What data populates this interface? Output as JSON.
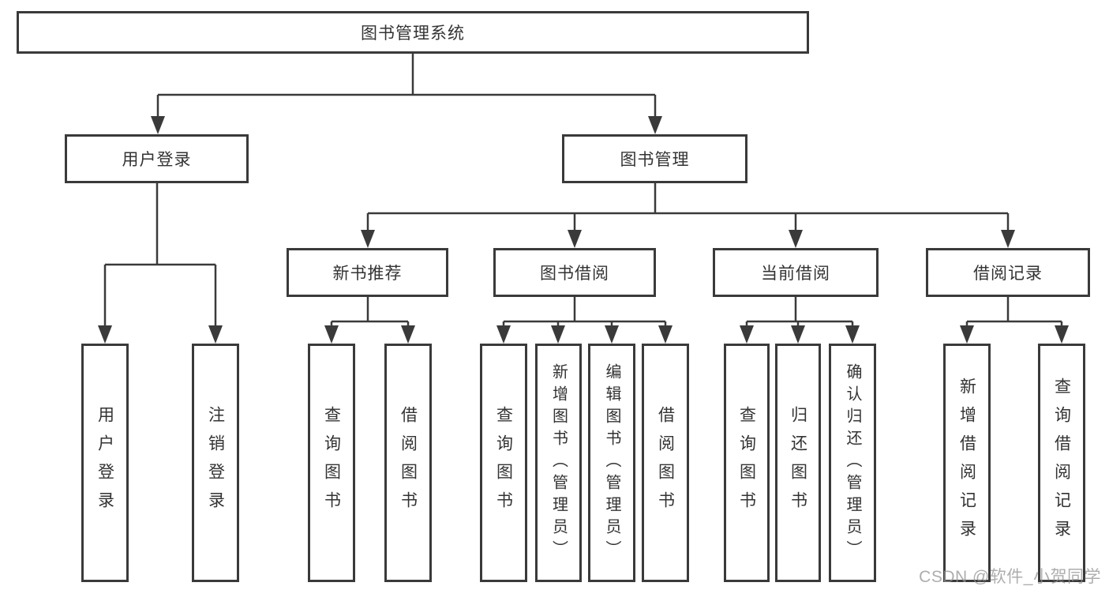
{
  "colors": {
    "line": "#3a3a3a",
    "border": "#3a3a3a",
    "text": "#333333",
    "background": "#ffffff",
    "watermark": "#919191"
  },
  "watermark": {
    "text": "CSDN @软件_小贺同学"
  },
  "tree": {
    "label": "图书管理系统",
    "children": [
      {
        "label": "用户登录",
        "children": [
          {
            "label": "用户登录"
          },
          {
            "label": "注销登录"
          }
        ]
      },
      {
        "label": "图书管理",
        "children": [
          {
            "label": "新书推荐",
            "children": [
              {
                "label": "查询图书"
              },
              {
                "label": "借阅图书"
              }
            ]
          },
          {
            "label": "图书借阅",
            "children": [
              {
                "label": "查询图书"
              },
              {
                "label": "新增图书（管理员）"
              },
              {
                "label": "编辑图书（管理员）"
              },
              {
                "label": "借阅图书"
              }
            ]
          },
          {
            "label": "当前借阅",
            "children": [
              {
                "label": "查询图书"
              },
              {
                "label": "归还图书"
              },
              {
                "label": "确认归还（管理员）"
              }
            ]
          },
          {
            "label": "借阅记录",
            "children": [
              {
                "label": "新增借阅记录"
              },
              {
                "label": "查询借阅记录"
              }
            ]
          }
        ]
      }
    ]
  }
}
